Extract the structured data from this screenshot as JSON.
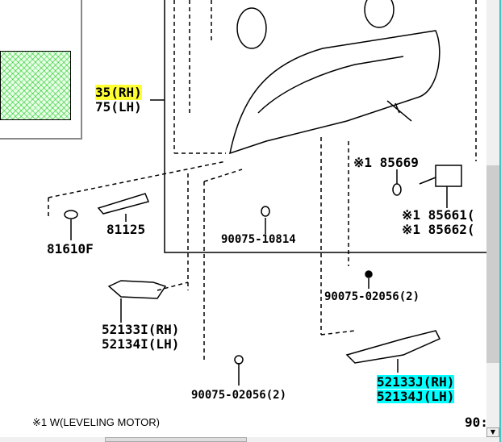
{
  "labels": {
    "main_rh": "35(RH)",
    "main_lh": "75(LH)",
    "part_85669": "※1 85669",
    "part_81125": "81125",
    "part_81610f": "81610F",
    "part_90075_10814": "90075-10814",
    "part_85661": "※1 85661(",
    "part_85662": "※1 85662(",
    "part_90075_02056_a": "90075-02056(2)",
    "part_52133i": "52133I(RH)",
    "part_52134i": "52134I(LH)",
    "part_90075_02056_b": "90075-02056(2)",
    "part_52133j": "52133J(RH)",
    "part_52134j": "52134J(LH)",
    "partial_right": "90:"
  },
  "footnote": "※1  W(LEVELING MOTOR)",
  "colors": {
    "highlight_yellow": "#ffff33",
    "highlight_cyan": "#00ffff"
  }
}
